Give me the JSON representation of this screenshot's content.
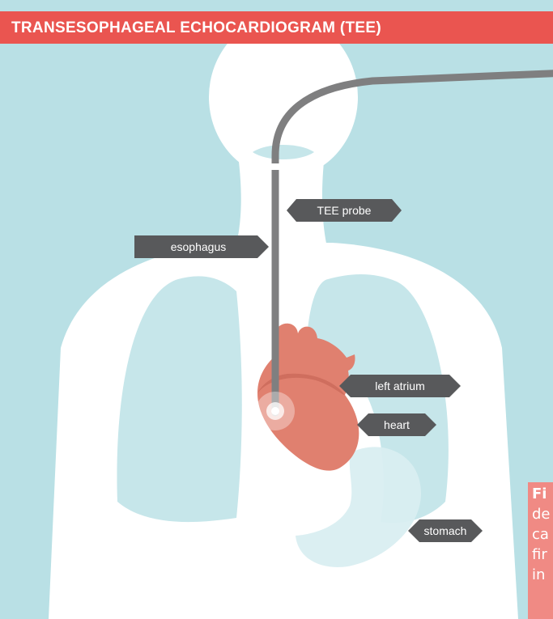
{
  "header": {
    "title": "TRANSESOPHAGEAL ECHOCARDIOGRAM (TEE)"
  },
  "labels": {
    "tee_probe": "TEE probe",
    "esophagus": "esophagus",
    "left_atrium": "left atrium",
    "heart": "heart",
    "stomach": "stomach"
  },
  "caption": {
    "lines": [
      "Fi",
      "de",
      "ca",
      "fir",
      "in"
    ]
  },
  "colors": {
    "background": "#b9e0e5",
    "body": "#ffffff",
    "organ": "#c6e6ea",
    "probe": "#7f7f80",
    "label_box": "#58595b",
    "heart": "#e0806f",
    "header": "#ea5550"
  }
}
